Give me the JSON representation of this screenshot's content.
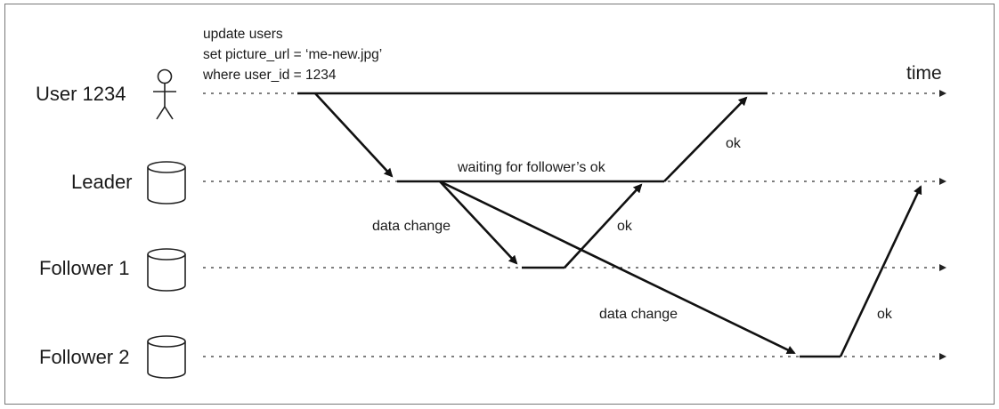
{
  "rows": {
    "user": "User 1234",
    "leader": "Leader",
    "follower1": "Follower 1",
    "follower2": "Follower 2"
  },
  "axis_label": "time",
  "query": {
    "line1": "update users",
    "line2": "set picture_url = ‘me-new.jpg’",
    "line3": "where user_id = 1234"
  },
  "labels": {
    "waiting": "waiting for follower’s ok",
    "data_change_f1": "data change",
    "data_change_f2": "data change",
    "ok_f1": "ok",
    "ok_leader": "ok",
    "ok_f2": "ok"
  }
}
